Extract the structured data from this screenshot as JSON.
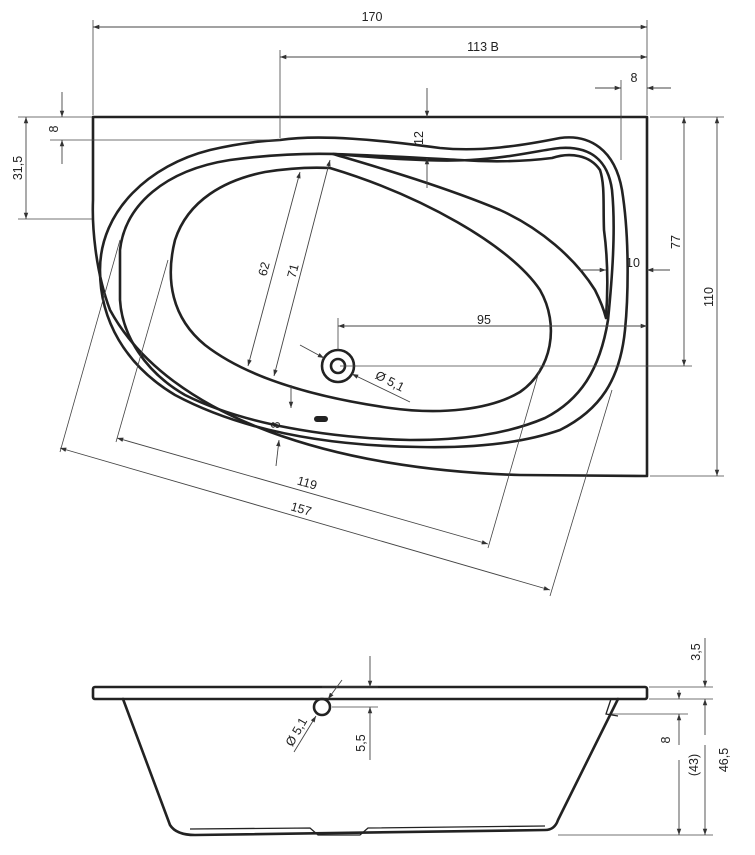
{
  "top_view": {
    "overall_length": "170",
    "inner_offset": "113 B",
    "right_rim": "8",
    "left_rim_top": "8",
    "left_offset": "31,5",
    "front_gap": "12",
    "inner_depth_62": "62",
    "inner_depth_71": "71",
    "right_gap": "10",
    "right_height": "77",
    "overall_width": "110",
    "drain_offset": "95",
    "drain_diameter": "Ø 5,1",
    "bottom_rim": "8",
    "inner_length": "119",
    "outer_length": "157"
  },
  "side_view": {
    "overflow_diameter": "Ø 5,1",
    "overflow_height": "5,5",
    "rim_thickness": "3,5",
    "edge_height": "8",
    "inner_height": "(43)",
    "total_height": "46,5"
  }
}
